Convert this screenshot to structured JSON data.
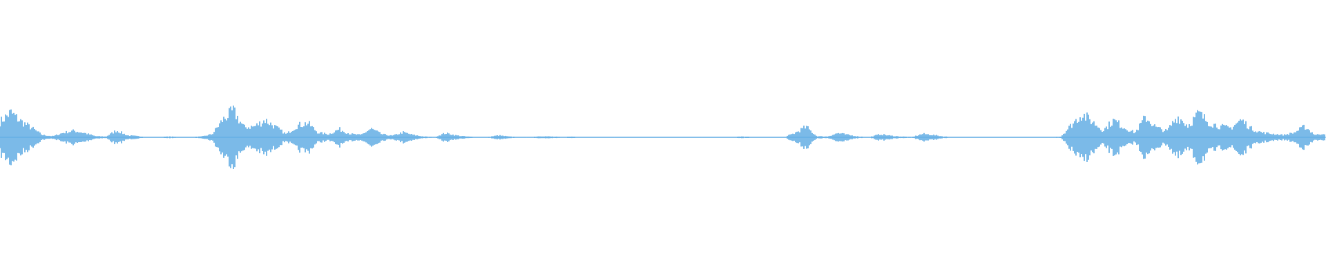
{
  "waveform": {
    "color": "#5aa9e3",
    "background": "#ffffff",
    "amplitude_peaks": [
      0.4,
      0.64,
      0.41,
      0.24,
      0.06,
      0.03,
      0.12,
      0.17,
      0.11,
      0.03,
      0.02,
      0.18,
      0.05,
      0.03,
      0.01,
      0.01,
      0.02,
      0.01,
      0.01,
      0.02,
      0.08,
      0.45,
      0.68,
      0.26,
      0.28,
      0.45,
      0.26,
      0.08,
      0.3,
      0.37,
      0.12,
      0.08,
      0.21,
      0.09,
      0.06,
      0.22,
      0.08,
      0.04,
      0.13,
      0.06,
      0.02,
      0.01,
      0.11,
      0.05,
      0.02,
      0.01,
      0.01,
      0.05,
      0.02,
      0.01,
      0.01,
      0.03,
      0.02,
      0.01,
      0.02,
      0.01,
      0.01,
      0.01,
      0.01,
      0.01,
      0.01,
      0.01,
      0.01,
      0.01,
      0.01,
      0.01,
      0.01,
      0.01,
      0.01,
      0.01,
      0.02,
      0.01,
      0.01,
      0.01,
      0.01,
      0.12,
      0.27,
      0.03,
      0.02,
      0.11,
      0.06,
      0.02,
      0.01,
      0.08,
      0.04,
      0.02,
      0.01,
      0.09,
      0.06,
      0.02,
      0.01,
      0.01,
      0.01,
      0.01,
      0.01,
      0.01,
      0.01,
      0.01,
      0.01,
      0.01,
      0.02,
      0.32,
      0.6,
      0.4,
      0.18,
      0.44,
      0.25,
      0.12,
      0.52,
      0.25,
      0.16,
      0.54,
      0.3,
      0.62,
      0.38,
      0.28,
      0.24,
      0.45,
      0.22,
      0.12,
      0.09,
      0.06,
      0.12,
      0.28,
      0.06,
      0.11
    ]
  }
}
